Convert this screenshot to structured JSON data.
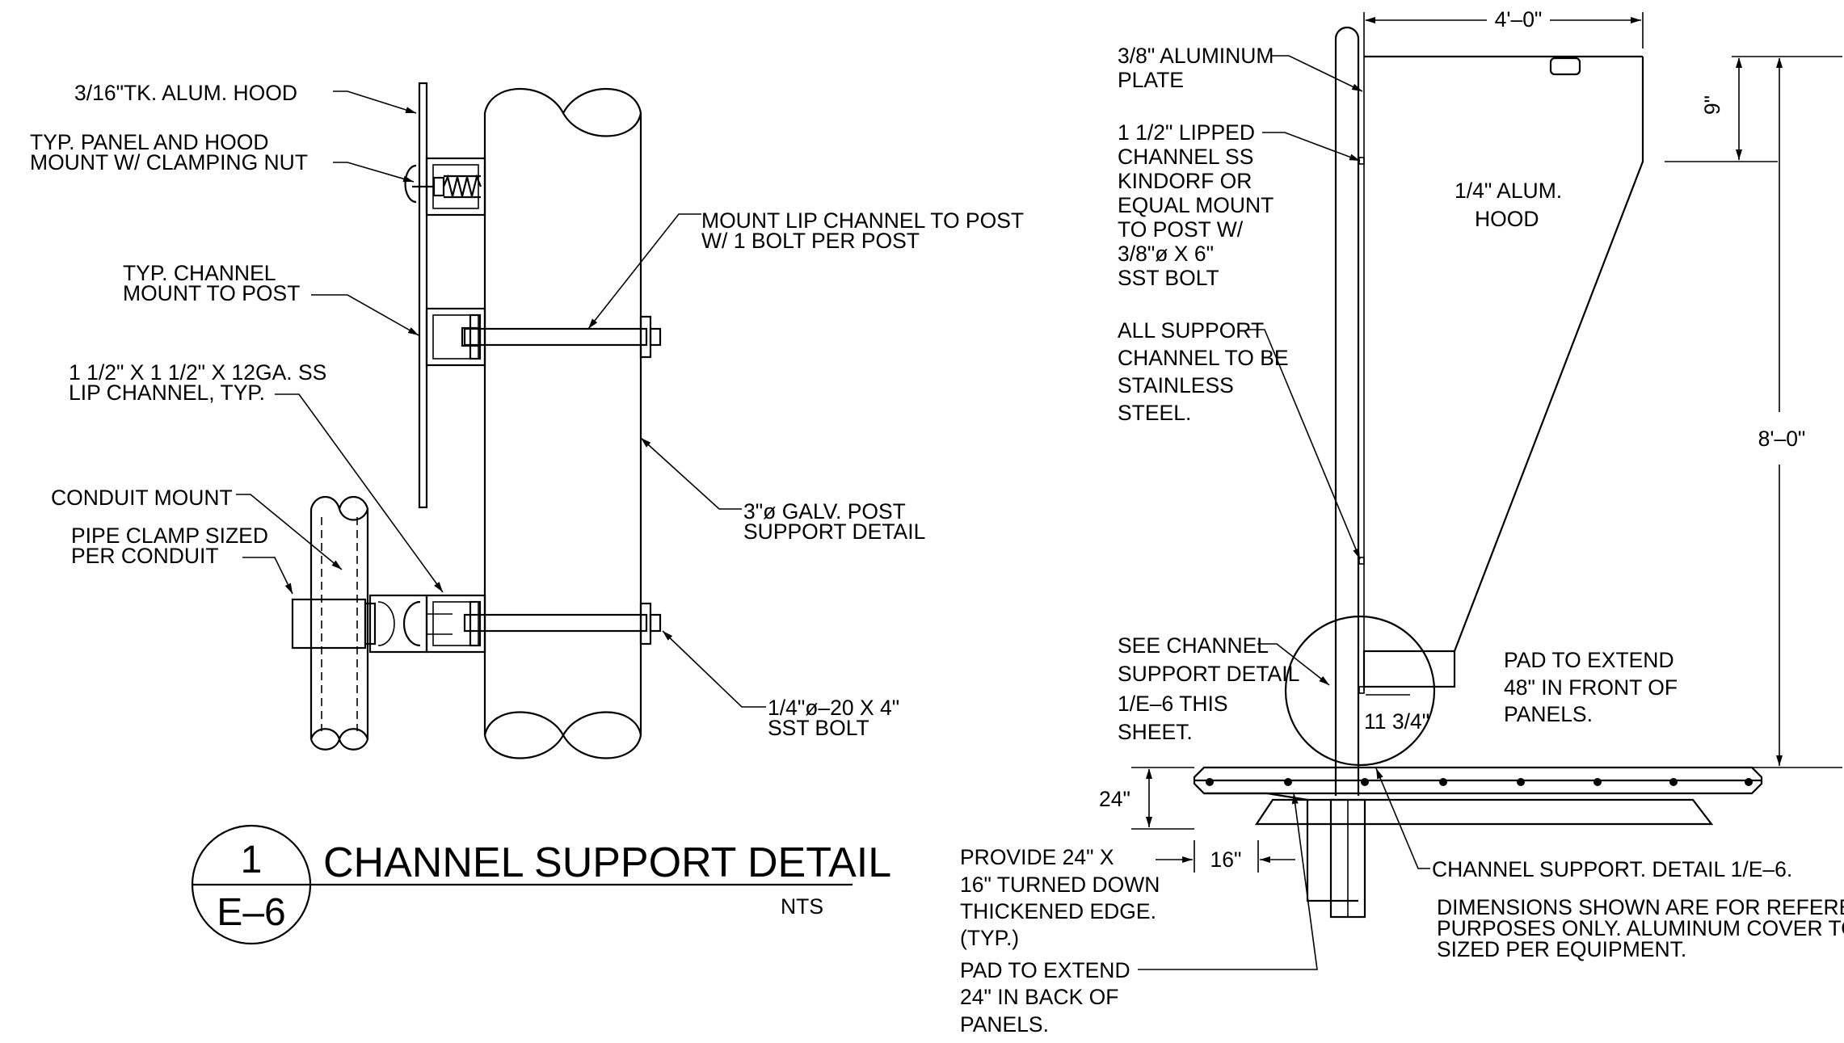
{
  "left_detail": {
    "labels": {
      "hood": "3/16\"TK. ALUM. HOOD",
      "panel_mount_1": "TYP. PANEL AND HOOD",
      "panel_mount_2": "MOUNT W/ CLAMPING NUT",
      "channel_mount_1": "TYP. CHANNEL",
      "channel_mount_2": "MOUNT TO POST",
      "lip_channel_1": "1 1/2\"  X 1 1/2\" X 12GA. SS",
      "lip_channel_2": "LIP CHANNEL, TYP.",
      "conduit_mount": "CONDUIT MOUNT",
      "pipe_clamp_1": "PIPE CLAMP SIZED",
      "pipe_clamp_2": "PER CONDUIT",
      "mount_lip_1": "MOUNT LIP CHANNEL TO POST",
      "mount_lip_2": "W/ 1 BOLT PER POST",
      "galv_post_1": "3\"ø GALV. POST",
      "galv_post_2": "SUPPORT DETAIL",
      "bolt_1": "1/4\"ø–20 X 4\"",
      "bolt_2": "SST BOLT"
    },
    "title_block": {
      "number": "1",
      "sheet": "E–6",
      "title": "CHANNEL SUPPORT DETAIL",
      "scale": "NTS"
    }
  },
  "right_detail": {
    "dimensions": {
      "width": "4'–0\"",
      "top": "9\"",
      "height": "8'–0\"",
      "offset": "11 3/4\"",
      "edge_depth": "24\"",
      "edge_width": "16\""
    },
    "labels": {
      "plate_1": "3/8\" ALUMINUM",
      "plate_2": "PLATE",
      "lipped_1": "1 1/2\" LIPPED",
      "lipped_2": "CHANNEL SS",
      "lipped_3": "KINDORF OR",
      "lipped_4": "EQUAL MOUNT",
      "lipped_5": "TO POST W/",
      "lipped_6": "3/8\"ø X 6\"",
      "lipped_7": "SST BOLT",
      "support_1": "ALL SUPPORT",
      "support_2": "CHANNEL TO BE",
      "support_3": "STAINLESS",
      "support_4": "STEEL.",
      "hood_1": "1/4\" ALUM.",
      "hood_2": "HOOD",
      "see_channel_1": "SEE CHANNEL",
      "see_channel_2": "SUPPORT DETAIL",
      "see_channel_3": "1/E–6 THIS",
      "see_channel_4": "SHEET.",
      "pad_front_1": "PAD TO EXTEND",
      "pad_front_2": "48\" IN FRONT OF",
      "pad_front_3": "PANELS.",
      "provide_1": "PROVIDE 24\" X",
      "provide_2": "16\" TURNED DOWN",
      "provide_3": "THICKENED EDGE.",
      "provide_4": "(TYP.)",
      "pad_back_1": "PAD TO EXTEND",
      "pad_back_2": "24\" IN BACK OF",
      "pad_back_3": "PANELS.",
      "channel_support": "CHANNEL SUPPORT. DETAIL 1/E–6.",
      "dims_note_1": "DIMENSIONS SHOWN ARE FOR REFERENCE",
      "dims_note_2": "PURPOSES ONLY.  ALUMINUM COVER TO BE",
      "dims_note_3": "SIZED PER EQUIPMENT."
    }
  }
}
